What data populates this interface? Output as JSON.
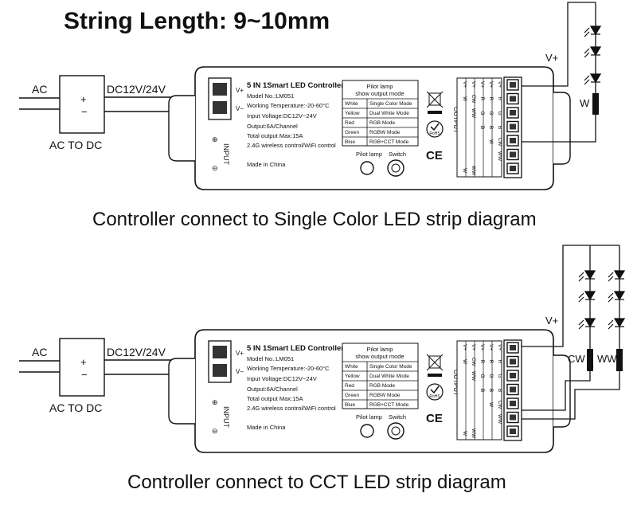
{
  "heading": "String Length: 9~10mm",
  "psu": {
    "ac_label": "AC",
    "plus": "+",
    "minus": "−",
    "out_label": "DC12V/24V",
    "name": "AC TO DC"
  },
  "controller": {
    "title": "5 IN 1Smart LED Controller",
    "specs": [
      "Model No.:LM051",
      "Working Temperature:-20-60°C",
      "Input Voltage:DC12V~24V",
      "Output:6A/Channel",
      "Total output Max:15A",
      "2.4G wireless control/WiFi control"
    ],
    "made_in": "Made in China",
    "input_label": "INPUT",
    "vplus": "V+",
    "vminus": "V−",
    "pilot_header": [
      "Pilot lamp",
      "show output mode"
    ],
    "modes": [
      {
        "color": "White",
        "mode": "Single Color Mode"
      },
      {
        "color": "Yellow",
        "mode": "Dual White Mode"
      },
      {
        "color": "Red",
        "mode": "RGB Mode"
      },
      {
        "color": "Green",
        "mode": "RGBW Mode"
      },
      {
        "color": "Blue",
        "mode": "RGB+CCT Mode"
      }
    ],
    "pilot_lamp_label": "Pilot lamp",
    "switch_label": "Switch",
    "output_label": "OUTPUT",
    "output_columns": [
      [
        "V+",
        "W",
        "",
        "",
        "",
        "",
        "W"
      ],
      [
        "V+",
        "CW",
        "WW",
        "",
        "",
        "",
        "WW"
      ],
      [
        "V+",
        "R",
        "G",
        "B",
        "",
        "",
        ""
      ],
      [
        "V+",
        "R",
        "G",
        "B",
        "W",
        "",
        ""
      ],
      [
        "V+",
        "R",
        "G",
        "B",
        "CW",
        "WW",
        ""
      ]
    ],
    "ce": "CE",
    "rohs": "RoHS"
  },
  "strip1": {
    "vplus": "V+",
    "w": "W"
  },
  "strip2": {
    "vplus": "V+",
    "cw": "CW",
    "ww": "WW"
  },
  "caption1": "Controller connect to Single Color LED strip diagram",
  "caption2": "Controller connect to CCT LED strip diagram"
}
